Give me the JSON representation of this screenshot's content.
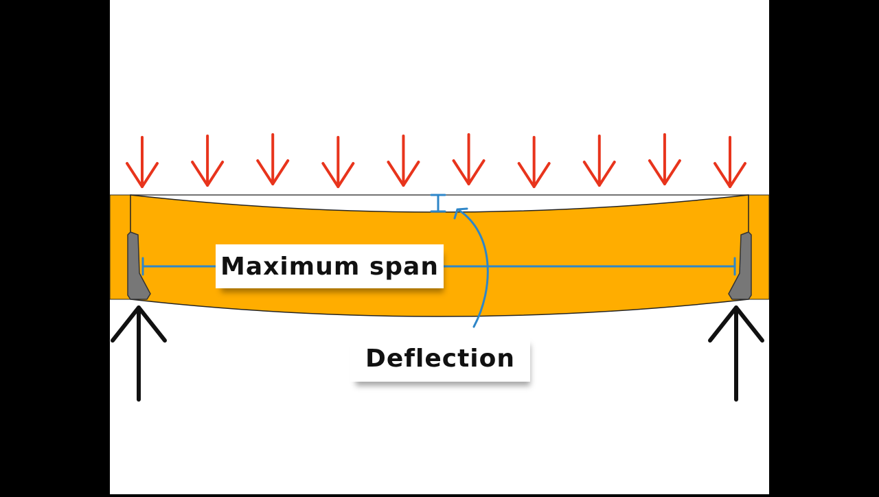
{
  "labels": {
    "span": "Maximum span",
    "deflection": "Deflection"
  },
  "colors": {
    "page": "#ffffff",
    "frame": "#000000",
    "beam": "#ffad00",
    "load_arrow": "#e8341c",
    "reaction_arrow": "#111111",
    "dimension": "#2e86c8",
    "support": "#777777"
  },
  "icons": {
    "load": "down-arrow-icon",
    "reaction": "up-arrow-icon",
    "support": "support-bracket-icon"
  },
  "load_arrow_count": 10,
  "reaction_arrow_count": 2
}
